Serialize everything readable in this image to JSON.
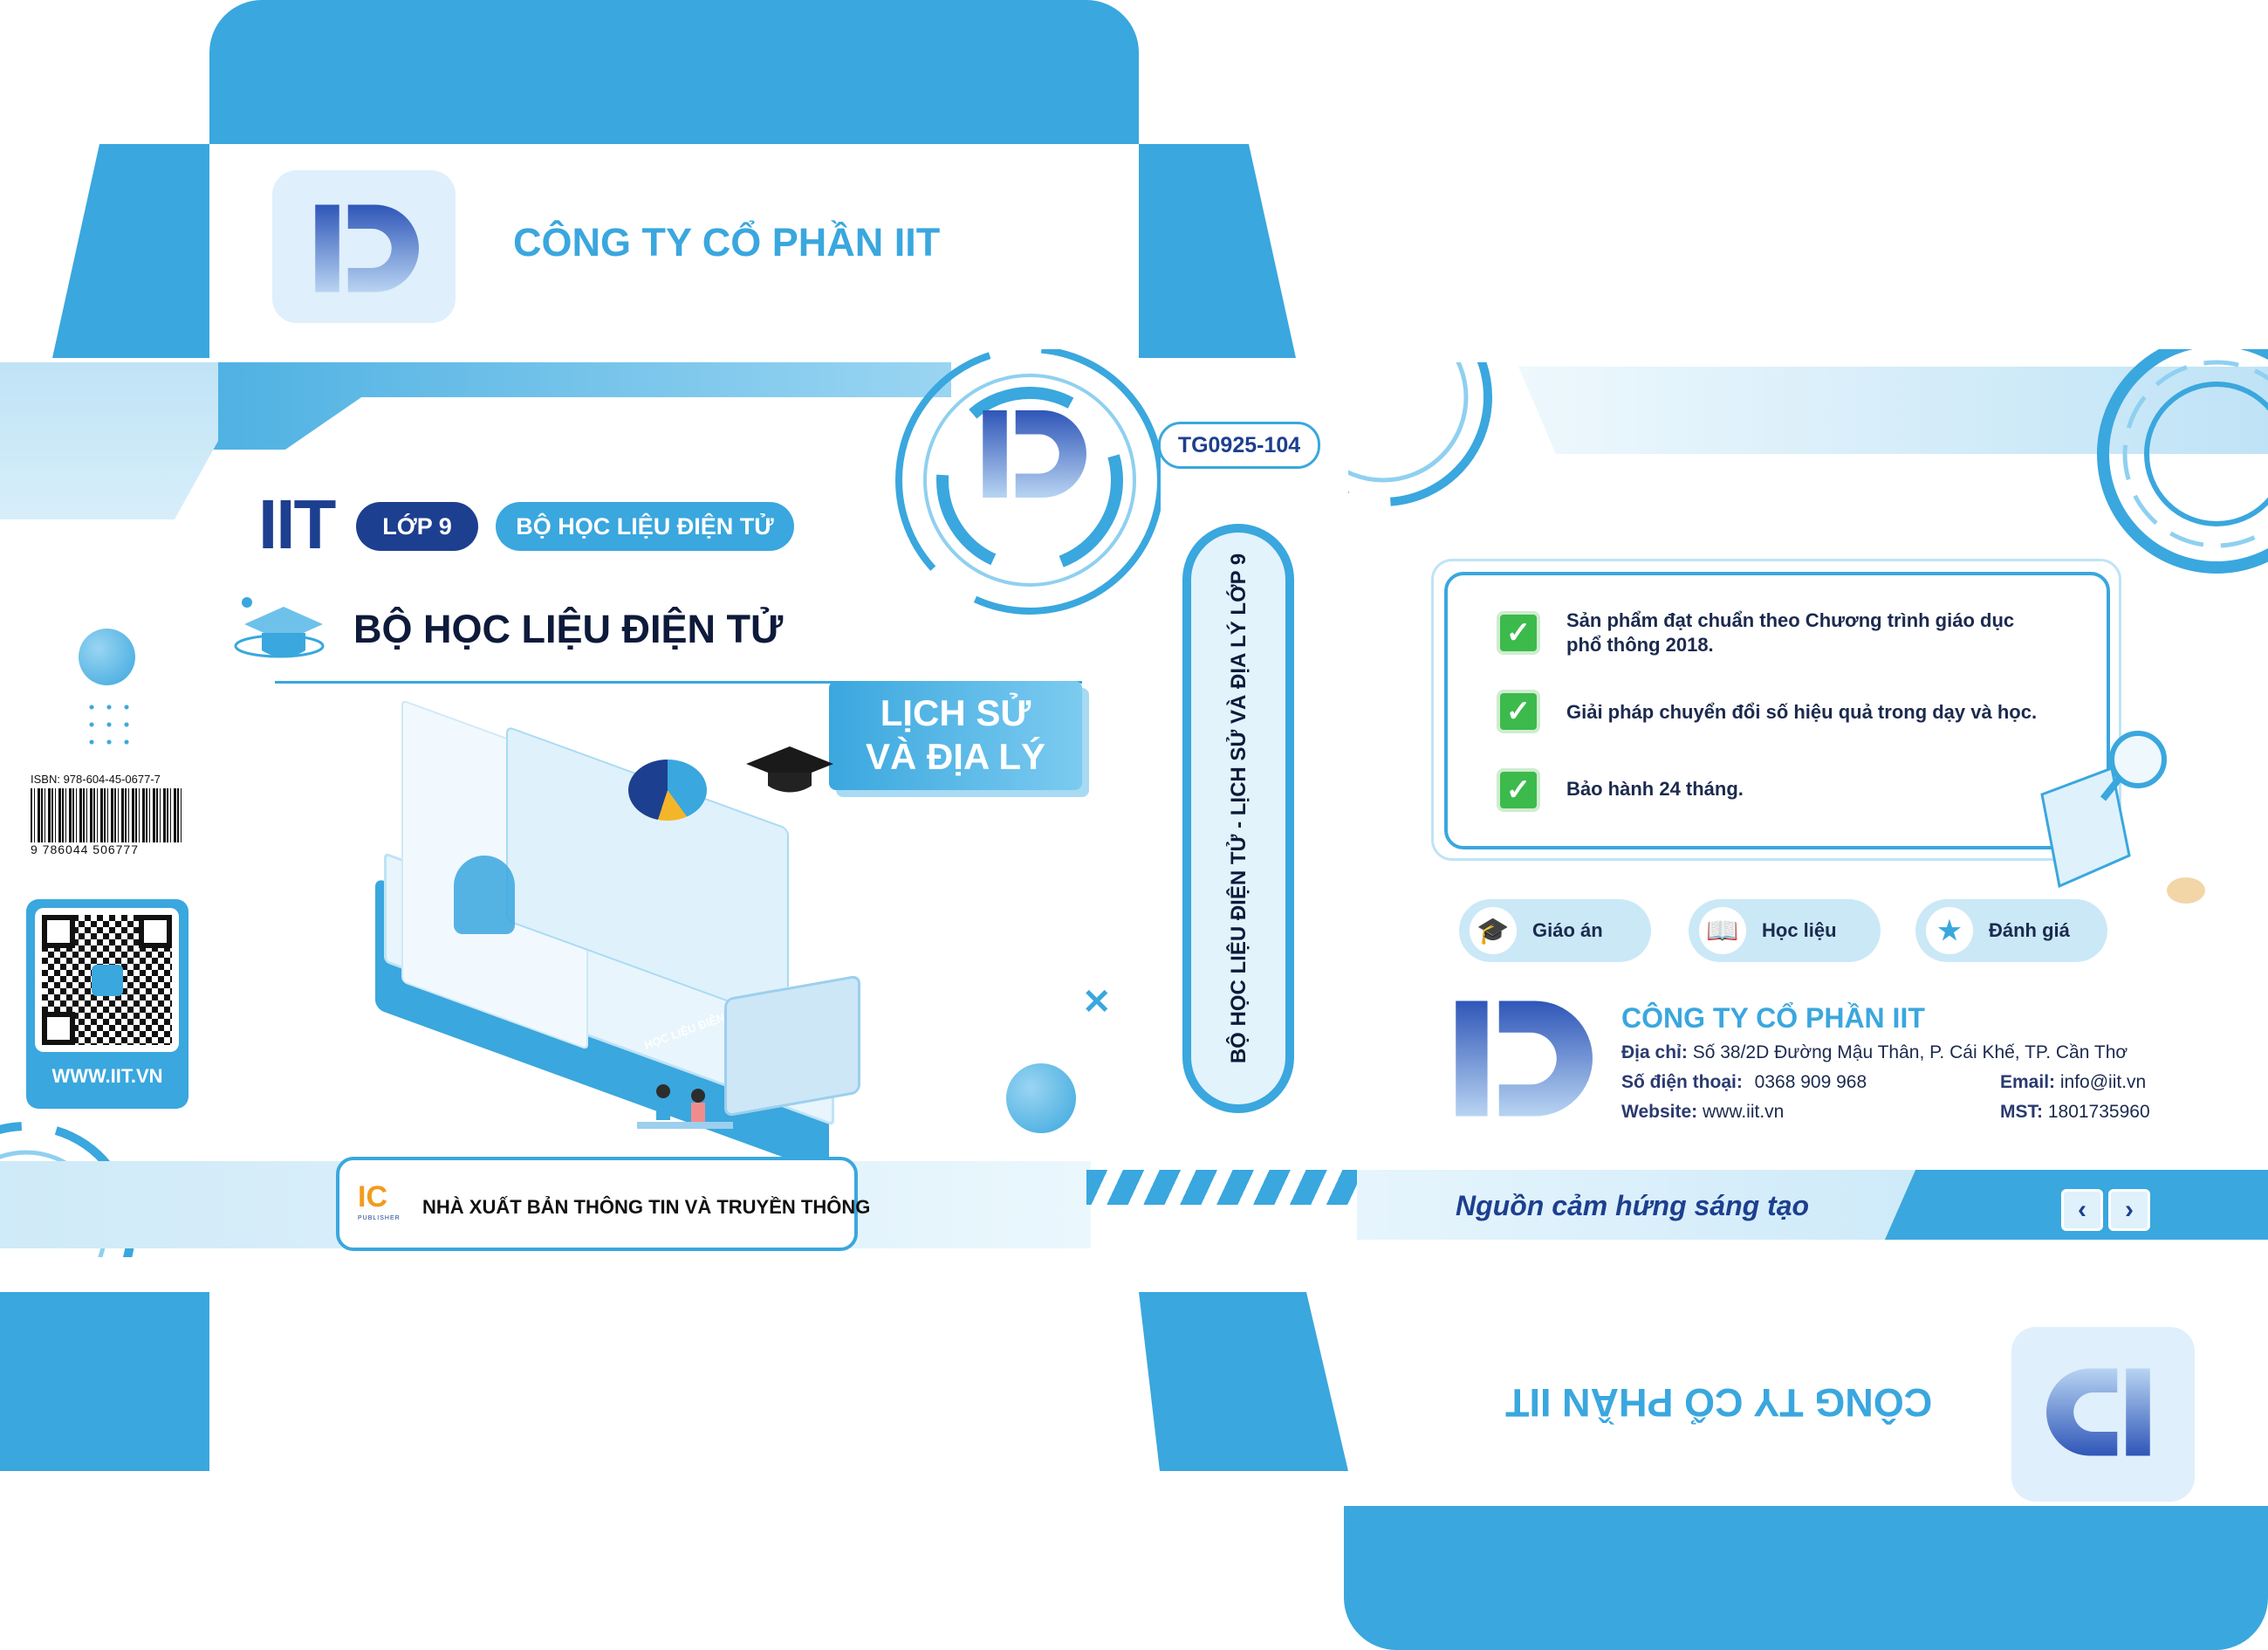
{
  "company_name": "CÔNG TY CỔ PHẦN IIT",
  "front": {
    "brand": "IIT",
    "grade_pill": "LỚP 9",
    "series_pill": "BỘ HỌC LIỆU ĐIỆN TỬ",
    "main_title": "BỘ HỌC LIỆU ĐIỆN TỬ",
    "subject_line1": "LỊCH SỬ",
    "subject_line2": "VÀ ĐỊA LÝ",
    "publisher": "NHÀ XUẤT BẢN THÔNG TIN VÀ TRUYỀN THÔNG",
    "publisher_logo": "IC",
    "publisher_logo_sub": "PUBLISHER",
    "book_spine_text": "HỌC LIỆU ĐIỆN TỬ - LỊCH SỬ VÀ ĐỊA LÝ LỚP 9"
  },
  "left_panel": {
    "isbn": "ISBN: 978-604-45-0677-7",
    "barcode_digits": "9 786044 506777",
    "website": "WWW.IIT.VN"
  },
  "spine": {
    "code": "TG0925-104",
    "text": "BỘ HỌC LIỆU ĐIỆN TỬ - LỊCH SỬ VÀ ĐỊA LÝ LỚP 9"
  },
  "back": {
    "features": [
      "Sản phẩm đạt chuẩn theo Chương trình giáo dục phổ thông 2018.",
      "Giải pháp chuyển đổi số hiệu quả trong dạy và học.",
      "Bảo hành 24 tháng."
    ],
    "buttons": [
      {
        "label": "Giáo án",
        "icon": "graduation-cap-icon"
      },
      {
        "label": "Học liệu",
        "icon": "book-icon"
      },
      {
        "label": "Đánh giá",
        "icon": "star-icon"
      }
    ],
    "address_label": "Địa chỉ:",
    "address": "Số 38/2D Đường Mậu Thân, P. Cái Khế, TP. Cần Thơ",
    "phone_label": "Số điện thoại:",
    "phone": "0368 909 968",
    "email_label": "Email:",
    "email": "info@iit.vn",
    "website_label": "Website:",
    "website": "www.iit.vn",
    "tax_label": "MST:",
    "tax": "1801735960",
    "slogan": "Nguồn cảm hứng sáng tạo"
  },
  "colors": {
    "primary": "#3aa7de",
    "light": "#dff1fb",
    "navy": "#1a2a5a"
  }
}
